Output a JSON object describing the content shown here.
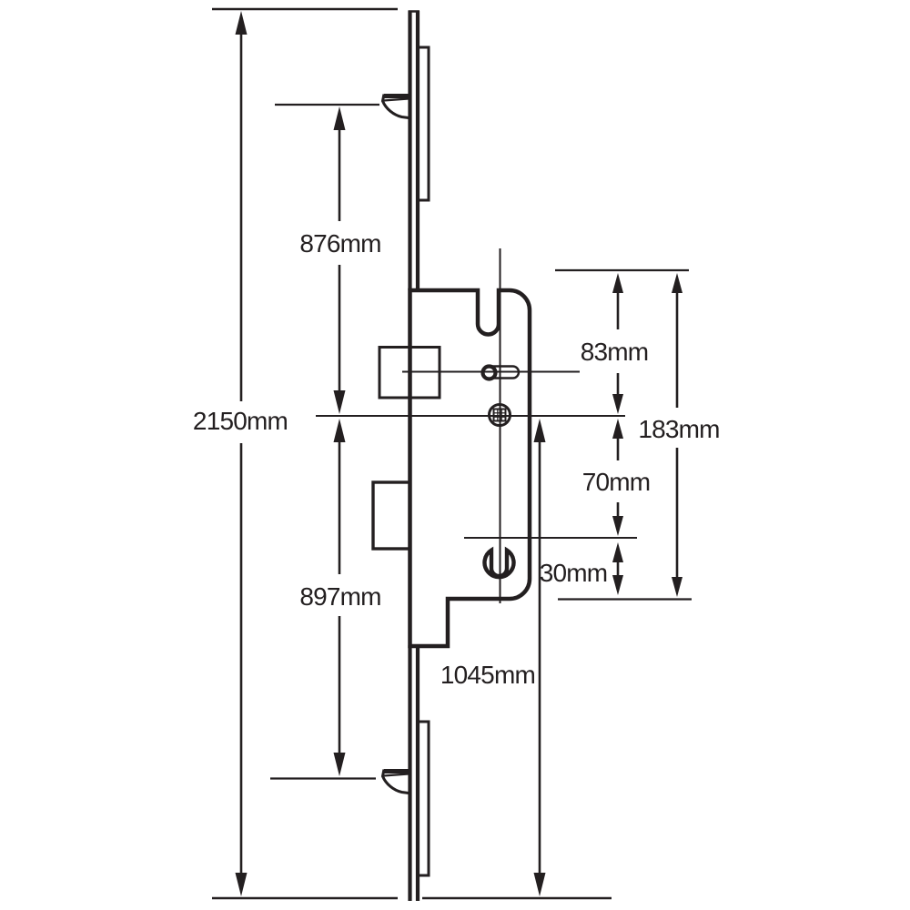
{
  "diagram": {
    "background": "#ffffff",
    "ink": "#231f20",
    "unit": "mm",
    "dimensions": {
      "overall_height": "2150mm",
      "upper_hook_spacing": "876mm",
      "lower_hook_spacing": "897mm",
      "case_top_to_spindle": "83mm",
      "spindle_to_cylinder": "70mm",
      "cylinder_to_case_bottom": "30mm",
      "case_height": "183mm",
      "spindle_to_base": "1045mm"
    }
  }
}
